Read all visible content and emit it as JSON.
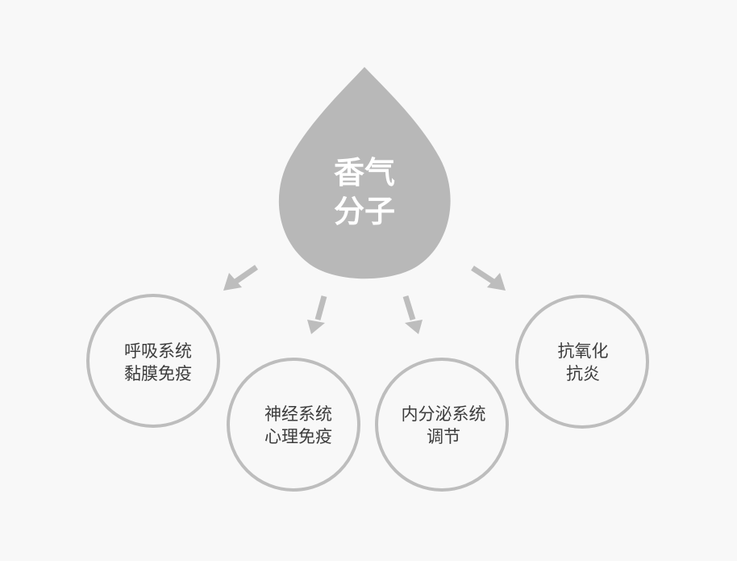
{
  "colors": {
    "background": "#f8f8f8",
    "drop_fill": "#b8b8b8",
    "circle_stroke": "#bdbdbd",
    "arrow": "#bdbdbd",
    "center_text": "#ffffff",
    "node_text": "#3c3c3c"
  },
  "center": {
    "shape": "drop",
    "lines": [
      "香气",
      "分子"
    ]
  },
  "nodes": [
    {
      "id": "respiratory",
      "lines": [
        "呼吸系统",
        "黏膜免疫"
      ]
    },
    {
      "id": "nervous",
      "lines": [
        "神经系统",
        "心理免疫"
      ]
    },
    {
      "id": "endocrine",
      "lines": [
        "内分泌系统",
        "调节"
      ]
    },
    {
      "id": "antioxidant",
      "lines": [
        "抗氧化",
        "抗炎"
      ]
    }
  ],
  "arrows": [
    {
      "from": "center",
      "to": "respiratory",
      "direction": "down-left"
    },
    {
      "from": "center",
      "to": "nervous",
      "direction": "down"
    },
    {
      "from": "center",
      "to": "endocrine",
      "direction": "down"
    },
    {
      "from": "center",
      "to": "antioxidant",
      "direction": "down-right"
    }
  ]
}
